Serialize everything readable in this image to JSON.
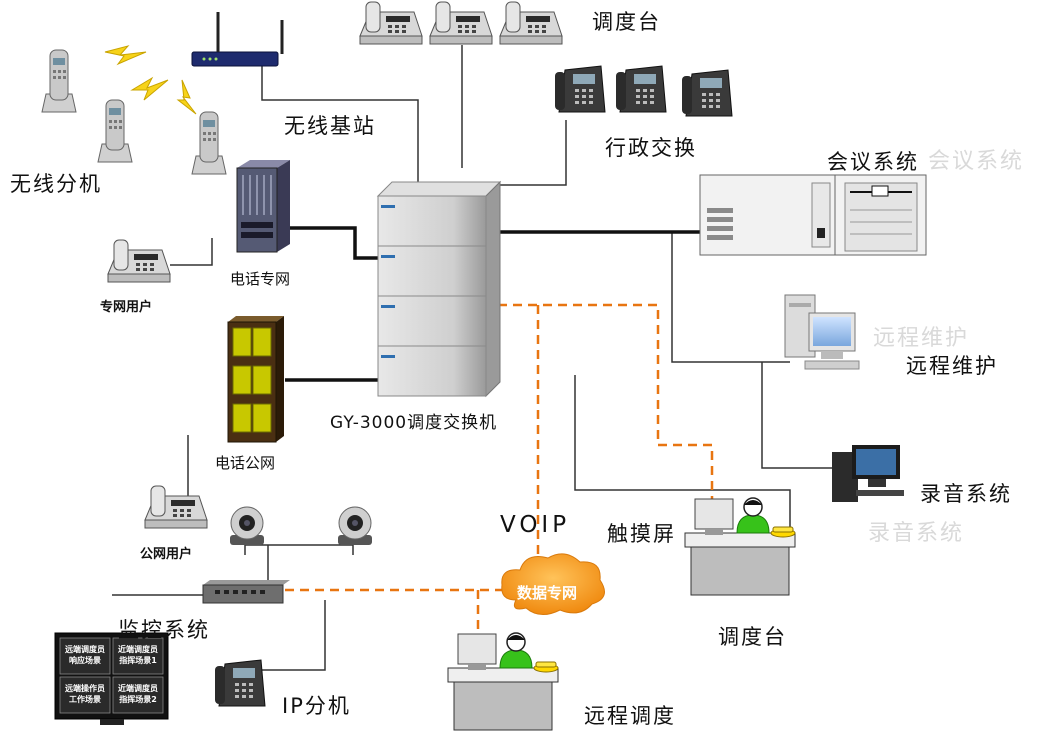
{
  "labels": {
    "dispatch_top": "调度台",
    "admin_exchange": "行政交换",
    "conference": "会议系统",
    "wireless_station": "无线基站",
    "wireless_ext": "无线分机",
    "tel_private": "电话专网",
    "private_user": "专网用户",
    "tel_public": "电话公网",
    "public_user": "公网用户",
    "switch_main": "GY-3000调度交换机",
    "remote_maint": "远程维护",
    "recording": "录音系统",
    "voip": "VOIP",
    "touchscreen": "触摸屏",
    "data_net": "数据专网",
    "monitoring": "监控系统",
    "ip_ext": "IP分机",
    "dispatch_bottom": "调度台",
    "remote_dispatch": "远程调度"
  },
  "ghost_labels": {
    "conference": "会议系统",
    "remote_maint": "远程维护",
    "recording": "录音系统"
  },
  "monitor_panels": [
    {
      "line1": "远端调度员",
      "line2": "响应场景"
    },
    {
      "line1": "近端调度员",
      "line2": "指挥场景1"
    },
    {
      "line1": "远端操作员",
      "line2": "工作场景"
    },
    {
      "line1": "近端调度员",
      "line2": "指挥场景2"
    }
  ],
  "colors": {
    "voip_dash": "#e87511",
    "cloud": "#f39a1e",
    "person": "#37c21a",
    "line": "#333333",
    "thick_line": "#111111",
    "public_rack": "#4a2f12",
    "public_rack_face": "#c8c800"
  },
  "icons": [
    "cordless-phone-icon",
    "lightning-icon",
    "router-icon",
    "desk-phone-icon",
    "ip-phone-icon",
    "server-rack-icon",
    "switch-cabinet-icon",
    "desktop-computer-icon",
    "camera-icon",
    "network-switch-icon",
    "monitor-wall-icon",
    "cloud-icon",
    "operator-icon"
  ]
}
